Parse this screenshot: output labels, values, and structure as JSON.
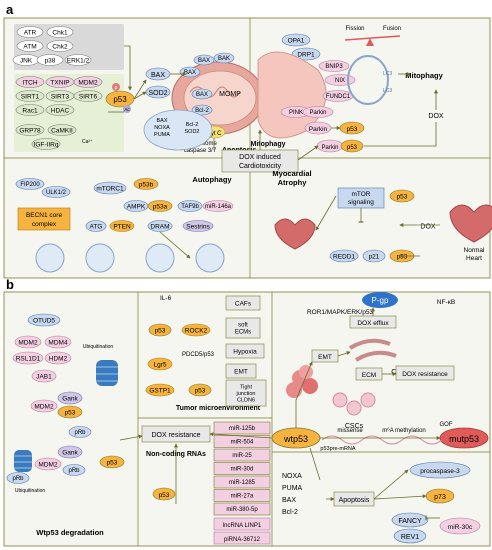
{
  "panel_a": {
    "label": "a",
    "kinases": [
      "ATR",
      "Chk1",
      "ATM",
      "Chk2",
      "JNK",
      "p38",
      "ERK1/2"
    ],
    "modifiers": [
      "ITCH",
      "TXNIP",
      "MDM2",
      "SIRT1",
      "SIRT3",
      "SIRT6",
      "Rac1",
      "HDAC",
      "GRP78",
      "CaMKII",
      "IGF-IIRq"
    ],
    "mods": {
      "p": "p",
      "ac": "Ac",
      "ca": "Ca²⁺"
    },
    "p53": "p53",
    "bax": "BAX",
    "sod2": "SOD2",
    "bak": "BAK",
    "bcl2": "Bcl-2",
    "momp": "MOMP",
    "cytc": "Cyt C",
    "apoptosome": "Apoptosome",
    "caspase": "caspase 3/7",
    "apoptosis": "Apoptosis",
    "nucleus_genes": [
      "BAX",
      "NOXA",
      "PUMA"
    ],
    "nucleus_bcl2": "Bcl-2",
    "nucleus_sod2": "SOD2",
    "mito_top": [
      "OPA1",
      "DRP1"
    ],
    "fission": "Fission",
    "fusion": "Fusion",
    "mitophagy_proteins": [
      "BNIP3",
      "NIX",
      "FUNDC1",
      "PINK",
      "Parkin"
    ],
    "lc3": "LC3",
    "mitophagy": "Mitophagy",
    "dox": "DOX",
    "parkin": "Parkin",
    "parkin_p53": [
      "Parkin",
      "p53"
    ],
    "dox_cardio": "DOX induced\nCardiotoxicity",
    "autophagy": "Autophagy",
    "myocardial": "Myocardial\nAtrophy",
    "auto_nodes": {
      "fip200": "FIP200",
      "ulk": "ULK1/2",
      "mtorc1": "mTORC1",
      "ampk": "AMPK",
      "p53b": "p53b",
      "p53a": "p53a",
      "taf9b": "TAF9b",
      "mir146": "miR-146a",
      "beclin": "BECN1 core\ncomplex",
      "atg": "ATG",
      "pten": "PTEN",
      "dram": "DRAM",
      "sestrins": "Sestrins"
    },
    "atrophy_nodes": {
      "mtor": "mTOR\nsignaling",
      "p53": "p53",
      "redd1": "REDD1",
      "p21": "p21",
      "p53b": "p53",
      "dox": "DOX",
      "normal": "Normal\nHeart"
    }
  },
  "panel_b": {
    "label": "b",
    "degradation_nodes": {
      "otud5": "OTUD5",
      "mdm2a": "MDM2",
      "mdm4": "MDM4",
      "rsl1d1": "RSL1D1",
      "hdm2": "HDM2",
      "jab1": "JAB1",
      "gank": "Gank",
      "mdm2b": "MDM2",
      "p53": "p53",
      "prb": "pRb",
      "gank2": "Gank",
      "mdm2c": "MDM2",
      "prb2": "pRb",
      "prb3": "pRb",
      "p53c": "p53",
      "ub1": "Ubiquitination",
      "ub2": "Ubiquitination"
    },
    "wtp53_degradation": "Wtp53 degradation",
    "tme": {
      "il6": "IL-6",
      "cafs": "CAFs",
      "soft": "soft\nECMs",
      "hypoxia": "Hypoxia",
      "p53": "p53",
      "rock2": "ROCK2",
      "lgr5": "Lgr5",
      "pdcd5": "PDCD5/p53",
      "emt": "EMT",
      "gstp1": "GSTP1",
      "p53b": "p53",
      "tight": "Tight\njunction\nCLDN6"
    },
    "tme_label": "Tumor microenvironment",
    "dox_resistance": "DOX resistance",
    "noncoding_label": "Non-coding RNAs",
    "mirnas": [
      "miR-125b",
      "miR-504",
      "miR-25",
      "miR-30d",
      "miR-1285",
      "miR-27a",
      "miR-380-5p"
    ],
    "lncrna": "lncRNA LINP1",
    "pirna": "piRNA-36712",
    "p53_nc": "p53",
    "pgp": "P-gp",
    "ror1": "ROR1/MAPK/ERK/p53",
    "nfkb": "NF-κB",
    "dox_efflux": "DOX efflux",
    "emt": "EMT",
    "cafs": "CAFs",
    "ecm": "ECM",
    "dox_res2": "DOX resistance",
    "cscs": "CSCs",
    "wtp53": "wtp53",
    "mutp53": "mutp53",
    "missense": "missense",
    "m6a": "m⁶A methylation",
    "gof": "GOF",
    "pre_mrna": "p53pre-mRNA",
    "apop_genes": [
      "NOXA",
      "PUMA",
      "BAX",
      "Bcl-2"
    ],
    "apoptosis": "Apoptosis",
    "procaspase": "procaspase-3",
    "p73": "p73",
    "fancy": "FANCY",
    "rev1": "REV1",
    "mir30c": "miR-30c"
  },
  "colors": {
    "panel_bg": "#eef3e8",
    "box_gray": "#d8d8d8",
    "pink": "#f3cfe2",
    "lilac": "#cfc7e6",
    "green_fill": "#dde9cc",
    "blue_fill": "#c8d8ee",
    "orange": "#f6b33f",
    "red_mutp53": "#e25b5b",
    "blue_pgp": "#2f72c9",
    "olive": "#7c7a2e"
  }
}
